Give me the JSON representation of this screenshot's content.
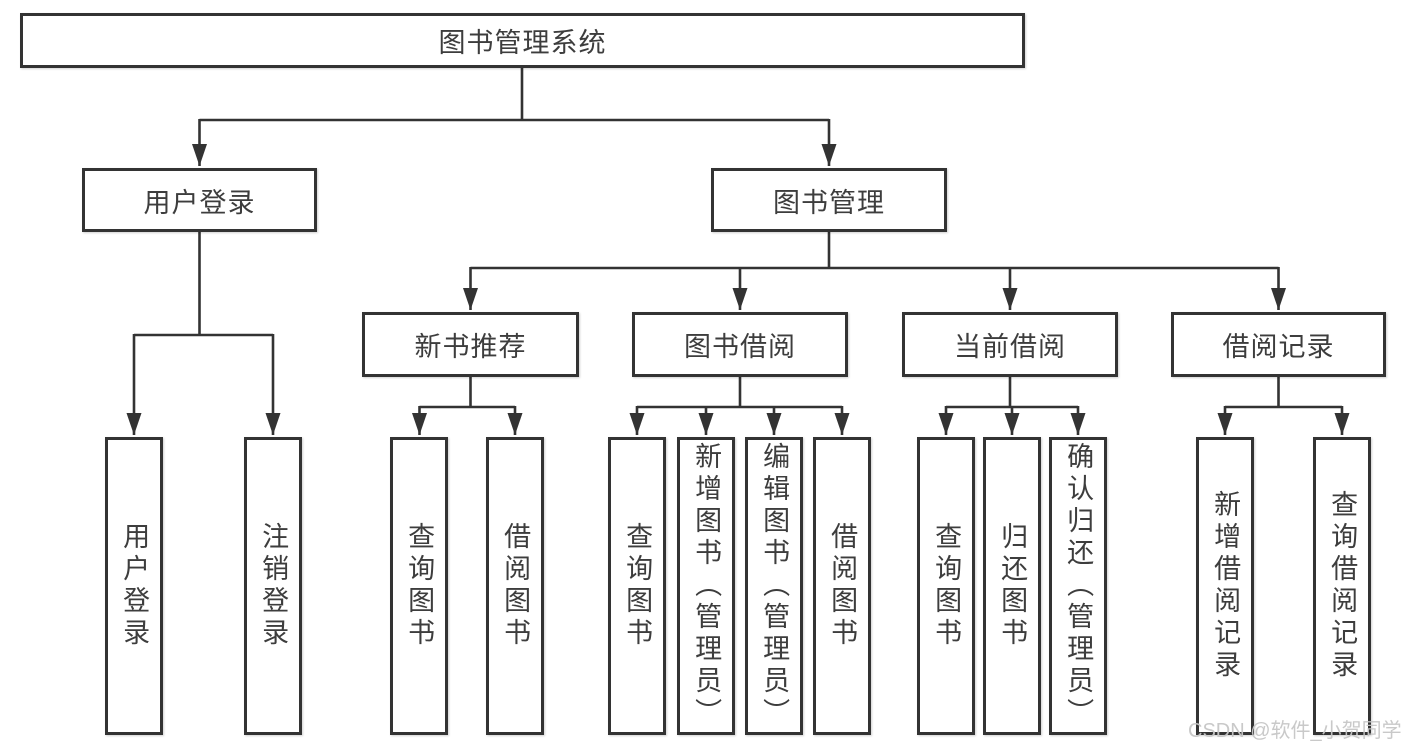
{
  "diagram": {
    "root": {
      "label": "图书管理系统"
    },
    "branches": [
      {
        "label": "用户登录",
        "children": [
          {
            "label": "用户登录"
          },
          {
            "label": "注销登录"
          }
        ]
      },
      {
        "label": "图书管理",
        "children": [
          {
            "label": "新书推荐",
            "children": [
              {
                "label": "查询图书"
              },
              {
                "label": "借阅图书"
              }
            ]
          },
          {
            "label": "图书借阅",
            "children": [
              {
                "label": "查询图书"
              },
              {
                "label": "新增图书（管理员）"
              },
              {
                "label": "编辑图书（管理员）"
              },
              {
                "label": "借阅图书"
              }
            ]
          },
          {
            "label": "当前借阅",
            "children": [
              {
                "label": "查询图书"
              },
              {
                "label": "归还图书"
              },
              {
                "label": "确认归还（管理员）"
              }
            ]
          },
          {
            "label": "借阅记录",
            "children": [
              {
                "label": "新增借阅记录"
              },
              {
                "label": "查询借阅记录"
              }
            ]
          }
        ]
      }
    ]
  },
  "watermark": {
    "text": "CSDN @软件_小贺同学"
  },
  "colors": {
    "line": "#333333",
    "box_border": "#333333",
    "box_background": "#ffffff",
    "text": "#3d3d3d",
    "watermark": "#c6c6c6",
    "background": "#ffffff"
  }
}
